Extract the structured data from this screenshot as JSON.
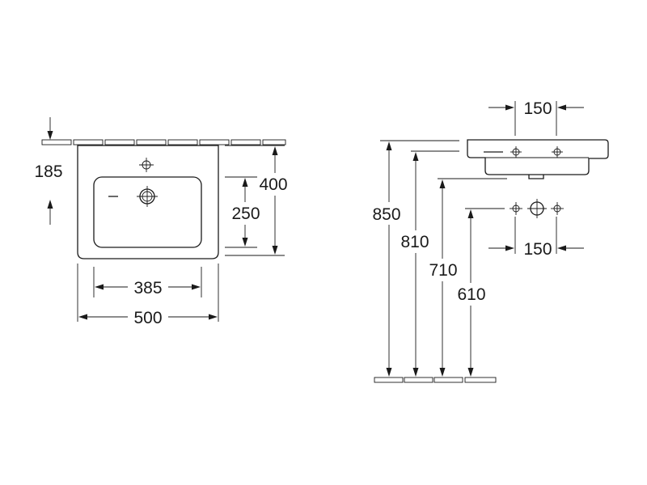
{
  "front_view": {
    "dims": {
      "d185": "185",
      "d400": "400",
      "d250": "250",
      "d385": "385",
      "d500": "500"
    }
  },
  "side_view": {
    "dims": {
      "d150_top": "150",
      "d150_bottom": "150",
      "d850": "850",
      "d810": "810",
      "d710": "710",
      "d610": "610"
    }
  }
}
